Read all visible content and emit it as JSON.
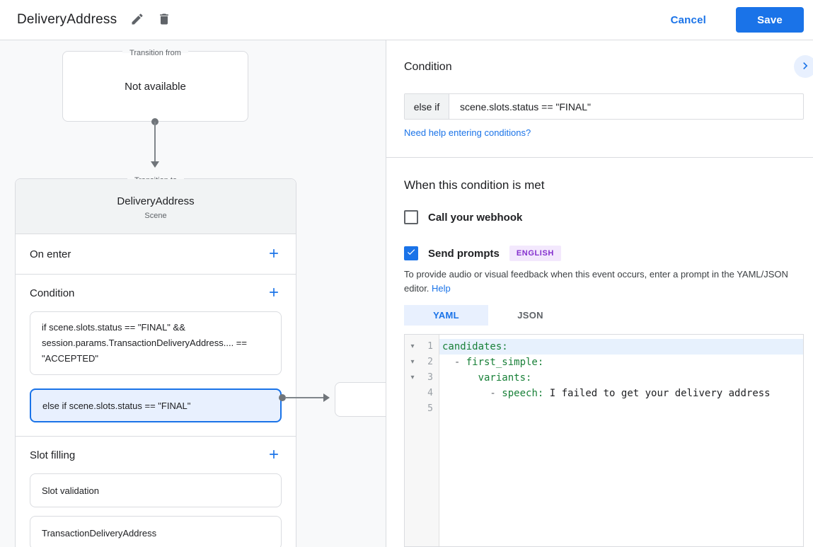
{
  "topbar": {
    "title": "DeliveryAddress",
    "cancel_label": "Cancel",
    "save_label": "Save"
  },
  "flow": {
    "transition_from": {
      "label": "Transition from",
      "value": "Not available"
    },
    "transition_to": {
      "label": "Transition to",
      "scene_name": "DeliveryAddress",
      "scene_type": "Scene",
      "on_enter_label": "On enter",
      "condition_label": "Condition",
      "conditions": [
        {
          "text": "if scene.slots.status == \"FINAL\" && session.params.TransactionDeliveryAddress.... == \"ACCEPTED\"",
          "selected": false
        },
        {
          "text": "else if scene.slots.status == \"FINAL\"",
          "selected": true
        }
      ],
      "slot_filling_label": "Slot filling",
      "slots": [
        {
          "text": "Slot validation"
        },
        {
          "text": "TransactionDeliveryAddress"
        }
      ]
    }
  },
  "panel": {
    "title": "Condition",
    "condition_prefix": "else if",
    "condition_expression": "scene.slots.status == \"FINAL\"",
    "help_link": "Need help entering conditions?",
    "when_met_title": "When this condition is met",
    "webhook_label": "Call your webhook",
    "webhook_checked": false,
    "prompts_label": "Send prompts",
    "prompts_checked": true,
    "language_badge": "ENGLISH",
    "description": "To provide audio or visual feedback when this event occurs, enter a prompt in the YAML/JSON editor.",
    "help_label": "Help",
    "tabs": [
      {
        "label": "YAML",
        "active": true
      },
      {
        "label": "JSON",
        "active": false
      }
    ],
    "editor": {
      "lines": [
        {
          "num": "1",
          "key": "candidates:"
        },
        {
          "num": "2",
          "dash": "  - ",
          "key": "first_simple:"
        },
        {
          "num": "3",
          "indent": "      ",
          "key": "variants:"
        },
        {
          "num": "4",
          "dash": "        - ",
          "key": "speech:",
          "value": " I failed to get your delivery address"
        },
        {
          "num": "5"
        }
      ]
    }
  },
  "colors": {
    "accent": "#1a73e8",
    "selected_bg": "#e8f0fe",
    "code_key": "#188038",
    "badge_bg": "#f3e8fd",
    "badge_text": "#8430ce"
  }
}
